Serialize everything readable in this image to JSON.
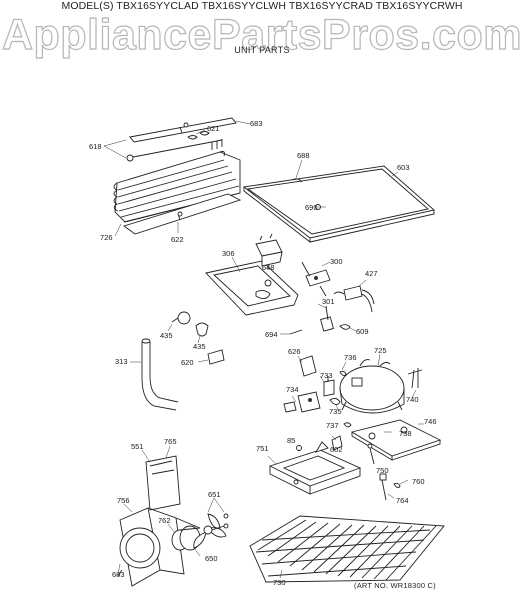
{
  "header": {
    "models": "MODEL(S) TBX16SYYCLAD  TBX16SYYCLWH  TBX16SYYCRAD  TBX16SYYCRWH",
    "watermark": "AppliancePartsPros.com",
    "subtitle": "UNIT PARTS"
  },
  "footer": {
    "art_no": "(ART NO. WR18300 C)"
  },
  "parts": {
    "p683a": "683",
    "p621": "621",
    "p618": "618",
    "p688": "688",
    "p603": "603",
    "p690": "690",
    "p726": "726",
    "p622": "622",
    "p306": "306",
    "p648": "648",
    "p300": "300",
    "p427": "427",
    "p301": "301",
    "p694": "694",
    "p609": "609",
    "p435a": "435",
    "p435b": "435",
    "p313": "313",
    "p620": "620",
    "p626": "626",
    "p736": "736",
    "p725": "725",
    "p733": "733",
    "p734": "734",
    "p735": "735",
    "p740": "740",
    "p737": "737",
    "p746": "746",
    "p738": "738",
    "p551": "551",
    "p765": "765",
    "p85": "85",
    "p602": "602",
    "p751": "751",
    "p750": "750",
    "p760": "760",
    "p764": "764",
    "p756": "756",
    "p651": "651",
    "p762": "762",
    "p650": "650",
    "p683b": "683",
    "p730": "730"
  }
}
